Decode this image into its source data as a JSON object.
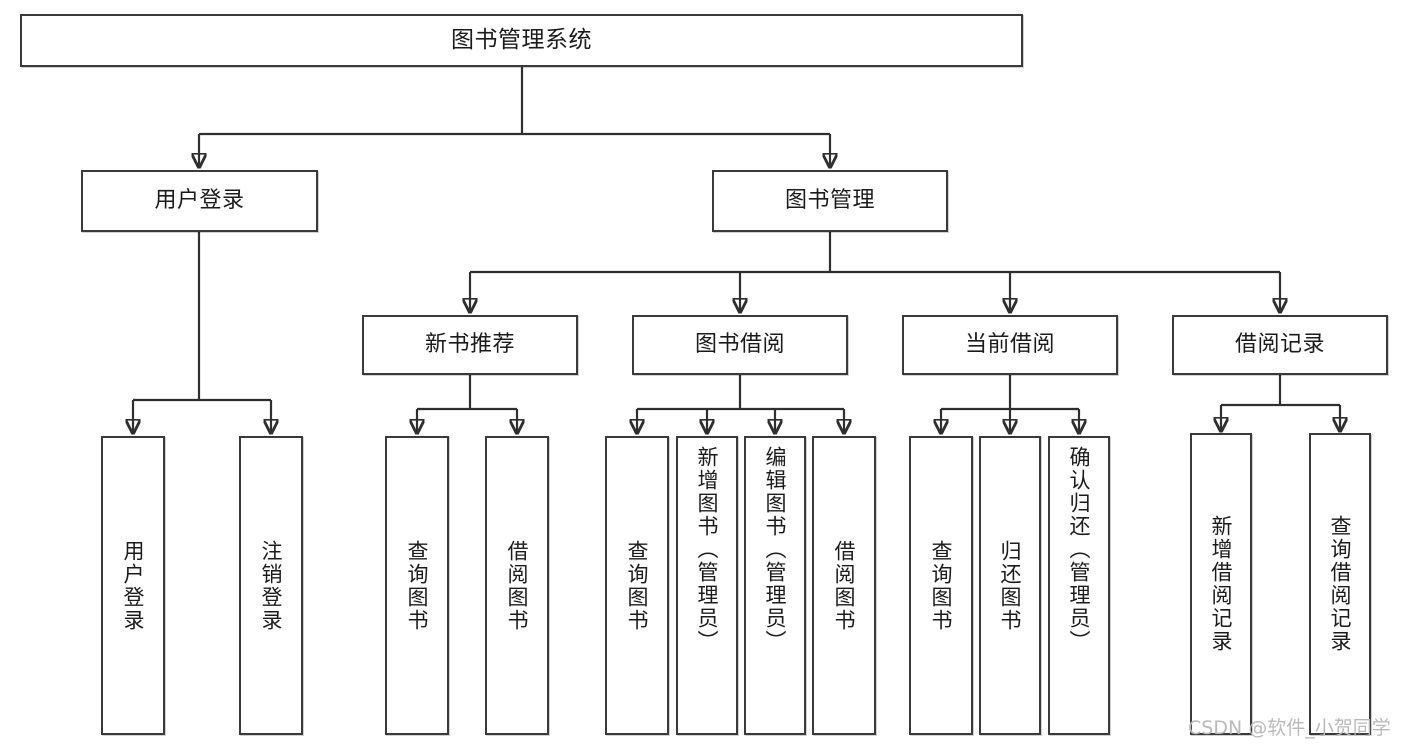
{
  "diagram": {
    "title": "图书管理系统",
    "watermark": "CSDN @软件_小贺同学",
    "accent_color": "#2f2f2f",
    "box_fill": "#ffffff",
    "text_color": "#1b1b1b",
    "root": {
      "label": "图书管理系统"
    },
    "level1": [
      {
        "label": "用户登录"
      },
      {
        "label": "图书管理"
      }
    ],
    "level2": [
      {
        "label": "新书推荐"
      },
      {
        "label": "图书借阅"
      },
      {
        "label": "当前借阅"
      },
      {
        "label": "借阅记录"
      }
    ],
    "leaves": {
      "user_login": [
        {
          "label": "用户登录"
        },
        {
          "label": "注销登录"
        }
      ],
      "new_book_recommend": [
        {
          "label": "查询图书"
        },
        {
          "label": "借阅图书"
        }
      ],
      "book_borrow": [
        {
          "label": "查询图书"
        },
        {
          "label": "新增图书（管理员）"
        },
        {
          "label": "编辑图书（管理员）"
        },
        {
          "label": "借阅图书"
        }
      ],
      "current_borrow": [
        {
          "label": "查询图书"
        },
        {
          "label": "归还图书"
        },
        {
          "label": "确认归还（管理员）"
        }
      ],
      "borrow_record": [
        {
          "label": "新增借阅记录"
        },
        {
          "label": "查询借阅记录"
        }
      ]
    }
  }
}
